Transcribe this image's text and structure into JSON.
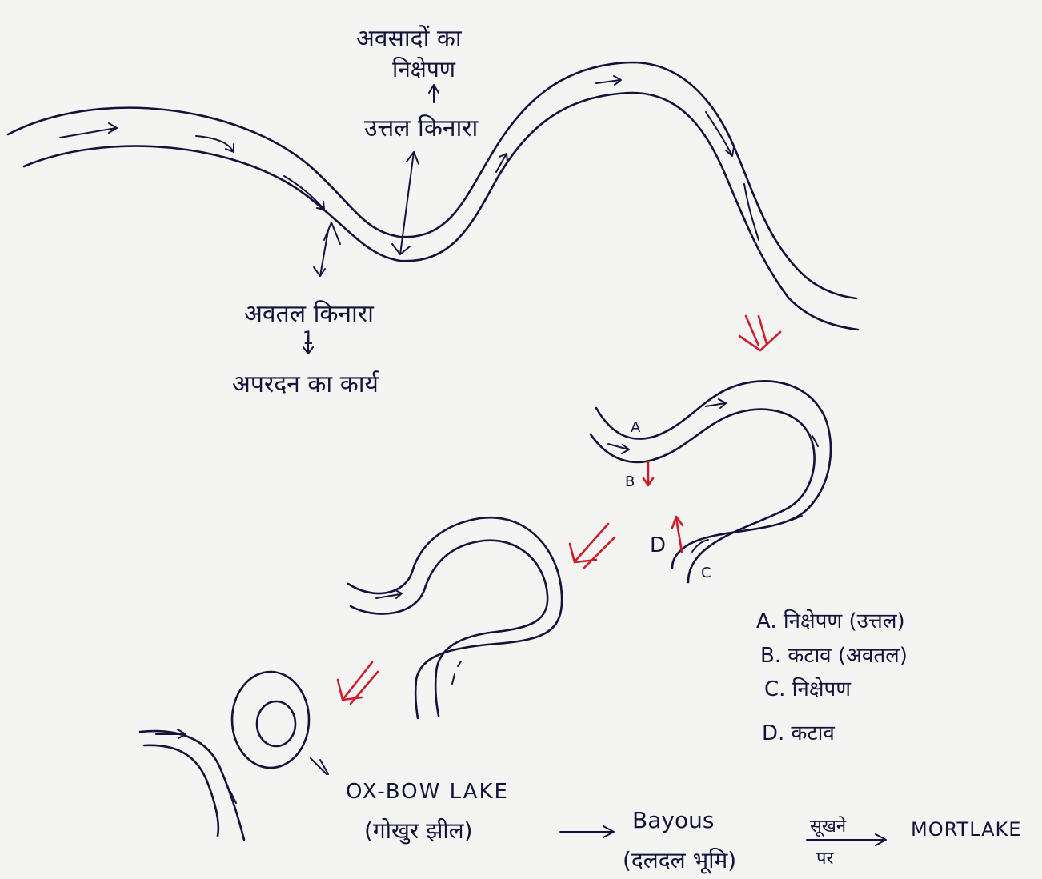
{
  "stage1": {
    "top_label_line1": "अवसादों का",
    "top_label_line2": "निक्षेपण",
    "convex_bank": "उत्तल किनारा",
    "concave_bank": "अवतल किनारा",
    "arrow_1": "1",
    "erosion_work": "अपरदन का कार्य"
  },
  "stage2": {
    "marker_a": "A",
    "marker_b": "B",
    "marker_c": "C",
    "marker_d": "D"
  },
  "legend": {
    "a": "A. निक्षेपण (उत्तल)",
    "b": "B. कटाव (अवतल)",
    "c": "C. निक्षेपण",
    "d": "D. कटाव"
  },
  "bottom": {
    "oxbow": "OX-BOW LAKE",
    "oxbow_hindi": "(गोखुर झील)",
    "bayous": "Bayous",
    "bayous_hindi": "(दलदल भूमि)",
    "arrow_top": "सूखने",
    "arrow_bottom": "पर",
    "mortlake": "MORTLAKE"
  },
  "colors": {
    "ink": "#13133a",
    "red_arrow": "#d11b2a",
    "paper": "#f4f4f2"
  }
}
